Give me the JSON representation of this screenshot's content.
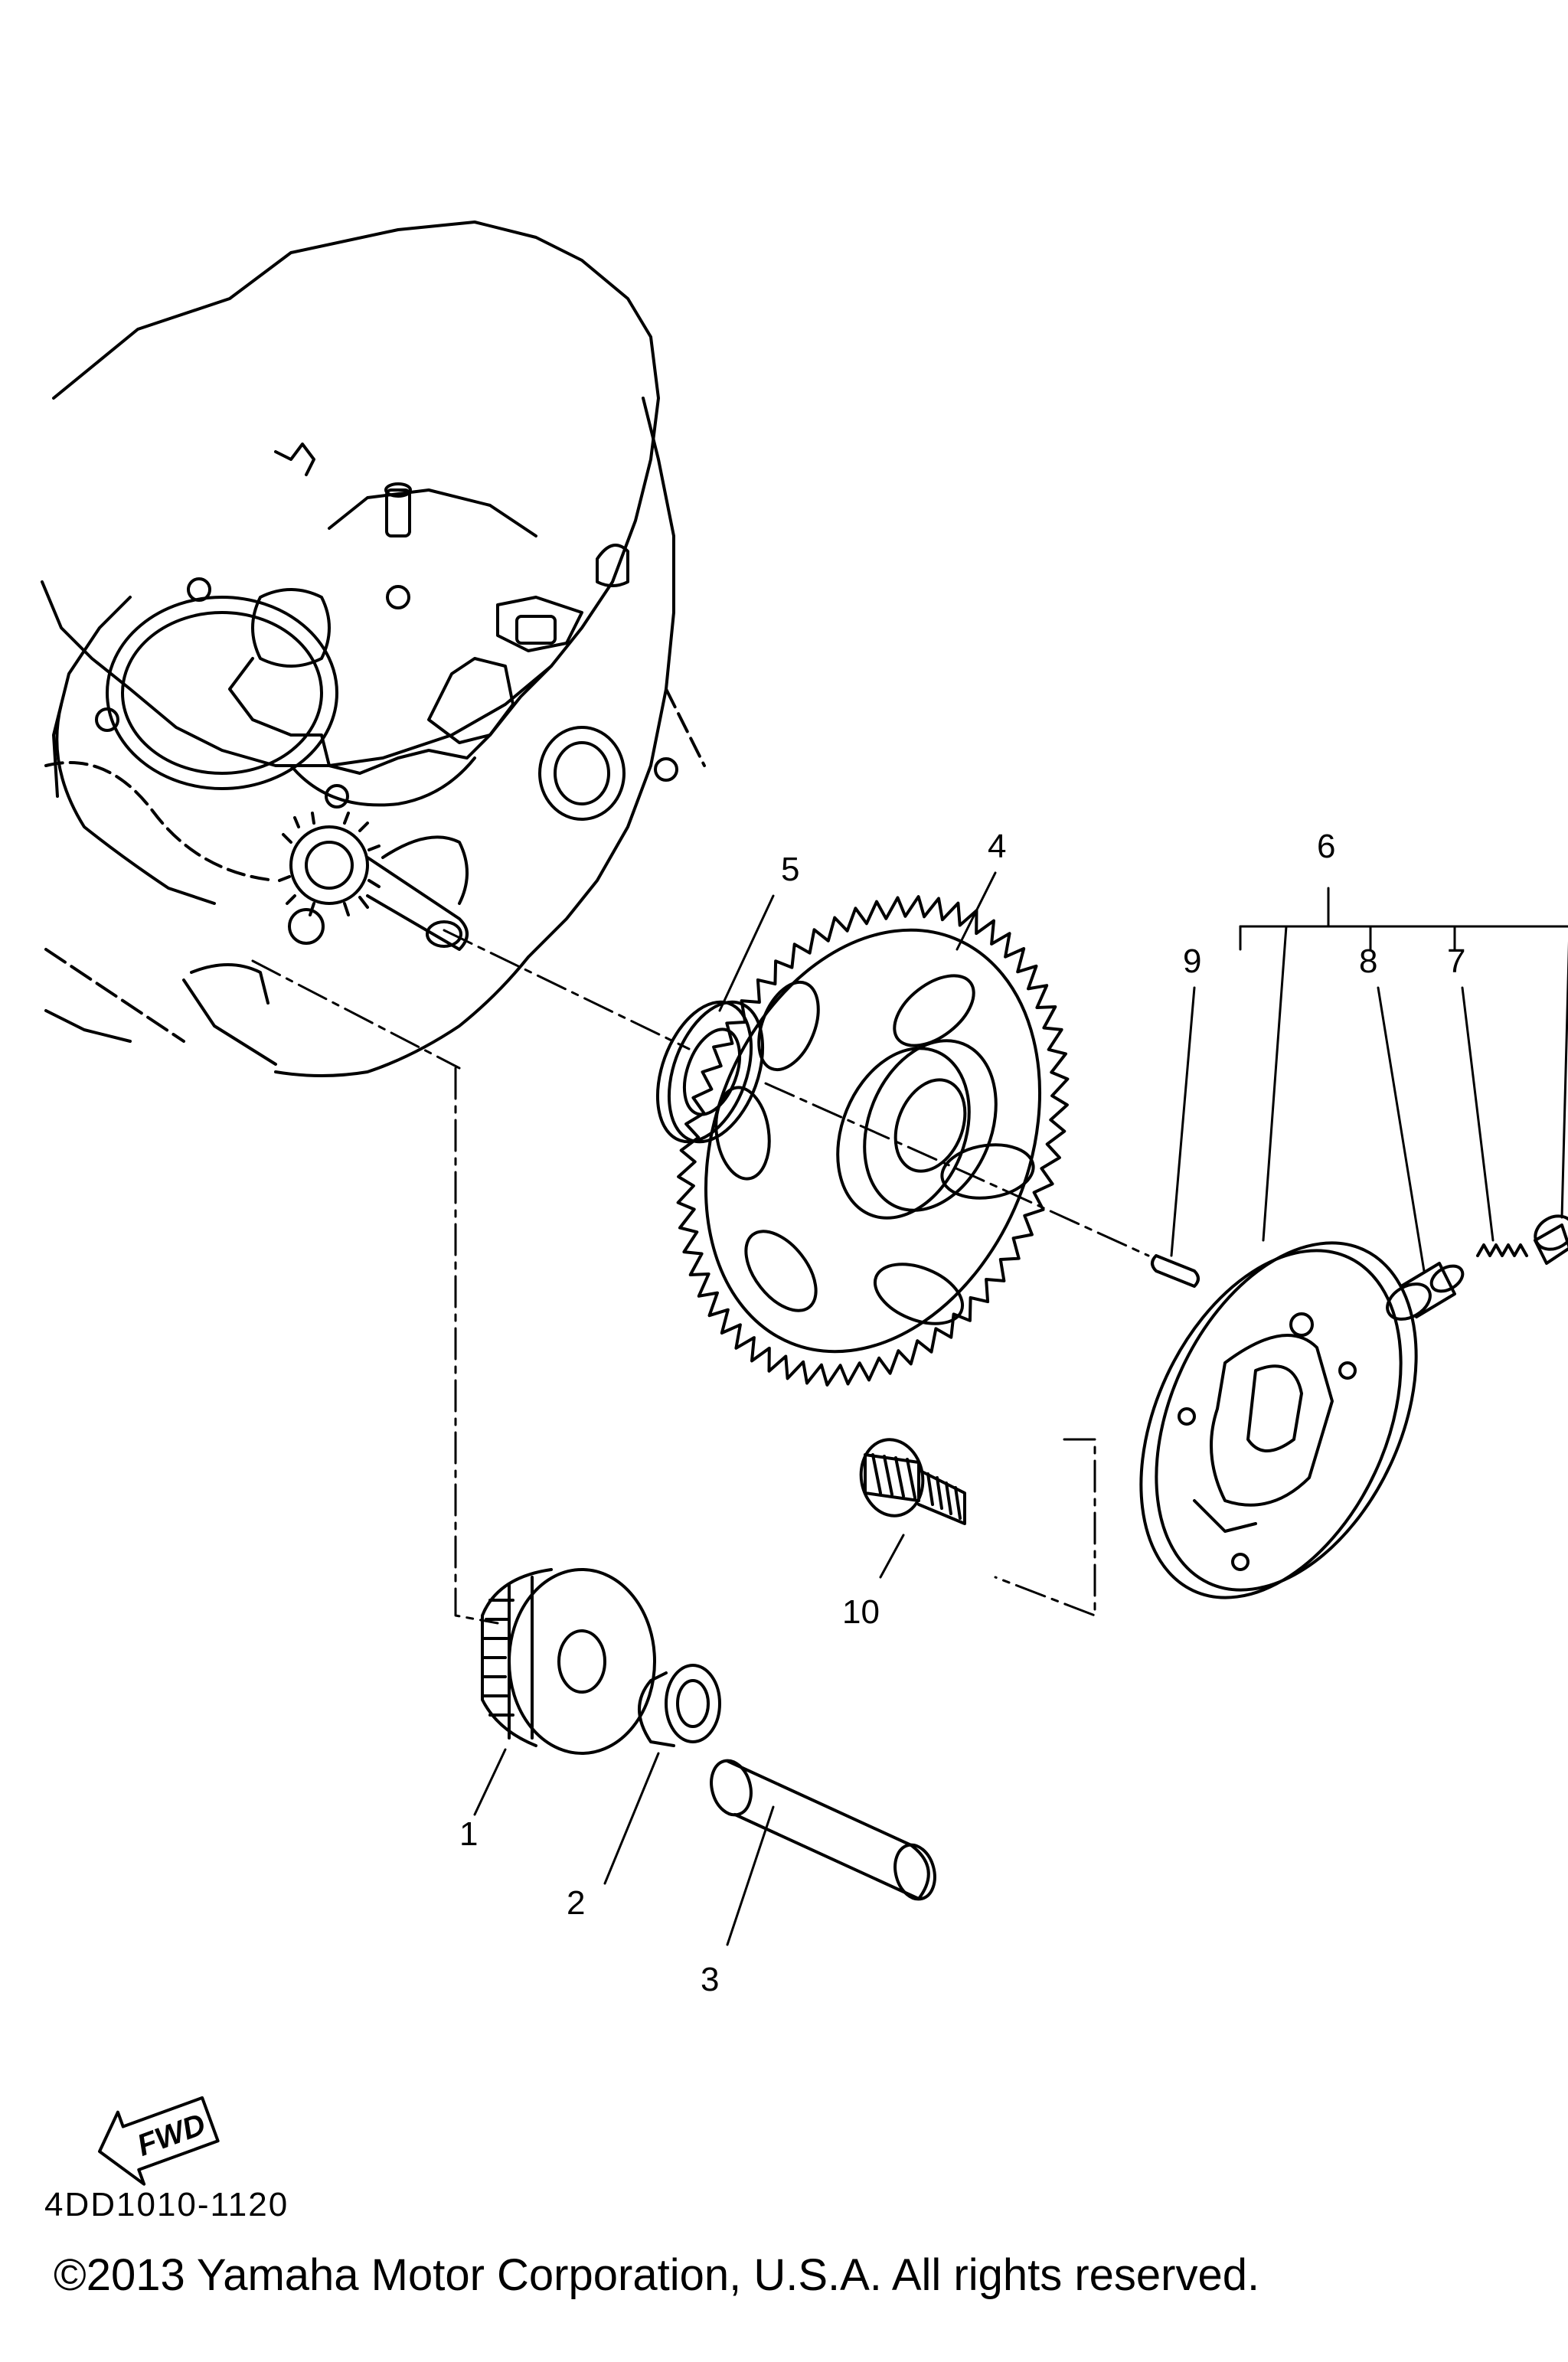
{
  "diagram": {
    "parts": [
      {
        "number": "1"
      },
      {
        "number": "2"
      },
      {
        "number": "3"
      },
      {
        "number": "4"
      },
      {
        "number": "5"
      },
      {
        "number": "6"
      },
      {
        "number": "7"
      },
      {
        "number": "8"
      },
      {
        "number": "9"
      },
      {
        "number": "10"
      }
    ],
    "fwd_label": "FWD",
    "drawing_code": "4DD1010-1120"
  },
  "footer": {
    "copyright": "©2013 Yamaha Motor Corporation, U.S.A. All rights reserved."
  },
  "colors": {
    "ink": "#000000",
    "paper": "#ffffff"
  }
}
